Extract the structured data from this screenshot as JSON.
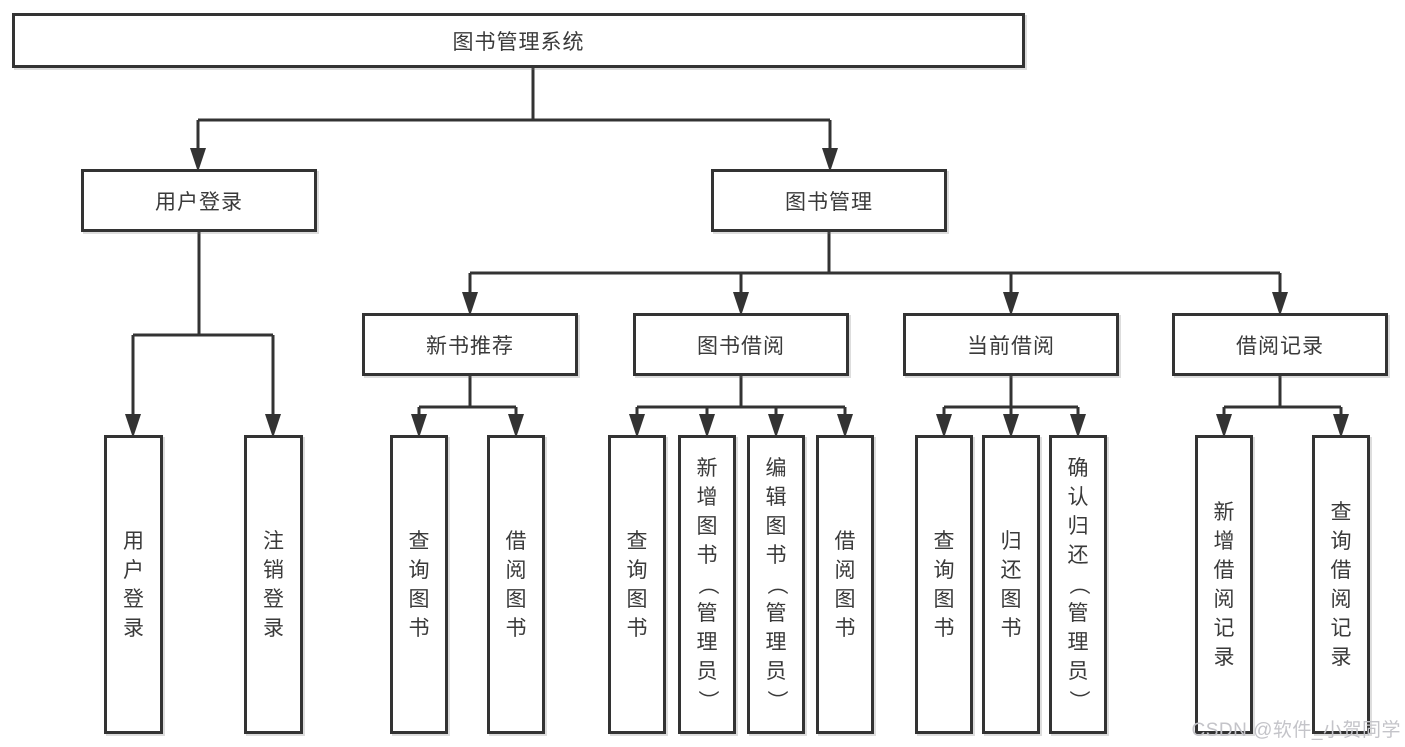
{
  "colors": {
    "line": "#333333",
    "text": "#3a3a3a",
    "watermark": "#c4c4c9",
    "background": "#ffffff"
  },
  "tree": {
    "root": {
      "label": "图书管理系统"
    },
    "branches": [
      {
        "label": "用户登录",
        "children": [
          {
            "label": "用户登录"
          },
          {
            "label": "注销登录"
          }
        ]
      },
      {
        "label": "图书管理",
        "children": [
          {
            "label": "新书推荐",
            "children": [
              {
                "label": "查询图书"
              },
              {
                "label": "借阅图书"
              }
            ]
          },
          {
            "label": "图书借阅",
            "children": [
              {
                "label": "查询图书"
              },
              {
                "label": "新增图书（管理员）"
              },
              {
                "label": "编辑图书（管理员）"
              },
              {
                "label": "借阅图书"
              }
            ]
          },
          {
            "label": "当前借阅",
            "children": [
              {
                "label": "查询图书"
              },
              {
                "label": "归还图书"
              },
              {
                "label": "确认归还（管理员）"
              }
            ]
          },
          {
            "label": "借阅记录",
            "children": [
              {
                "label": "新增借阅记录"
              },
              {
                "label": "查询借阅记录"
              }
            ]
          }
        ]
      }
    ]
  },
  "watermark": "CSDN @软件_小贺同学"
}
